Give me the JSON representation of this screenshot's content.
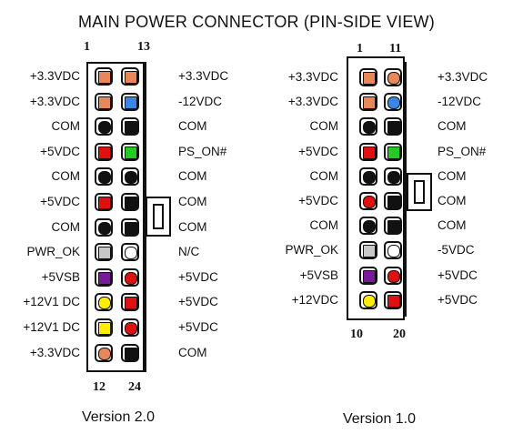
{
  "title": "MAIN POWER CONNECTOR  (PIN-SIDE VIEW)",
  "colors": {
    "orange": "#e8875a",
    "blue": "#3a86e8",
    "black": "#111111",
    "red": "#e01010",
    "green": "#22cc22",
    "gray": "#c8c8c8",
    "white": "#ffffff",
    "purple": "#7a1a9a",
    "yellow": "#ffee00"
  },
  "connectors": [
    {
      "version": "Version 2.0",
      "pin_top_left": "1",
      "pin_top_right": "13",
      "pin_bottom_left": "12",
      "pin_bottom_right": "24",
      "rows": [
        {
          "left": "+3.3VDC",
          "right": "+3.3VDC",
          "c1": "orange",
          "c2": "orange",
          "s1": "sq",
          "s2": "sq"
        },
        {
          "left": "+3.3VDC",
          "right": "-12VDC",
          "c1": "orange",
          "c2": "blue",
          "s1": "sq",
          "s2": "sq"
        },
        {
          "left": "COM",
          "right": "COM",
          "c1": "black",
          "c2": "black",
          "s1": "rd",
          "s2": "sq"
        },
        {
          "left": "+5VDC",
          "right": "PS_ON#",
          "c1": "red",
          "c2": "green",
          "s1": "sq",
          "s2": "sq"
        },
        {
          "left": "COM",
          "right": "COM",
          "c1": "black",
          "c2": "black",
          "s1": "rd",
          "s2": "rd"
        },
        {
          "left": "+5VDC",
          "right": "COM",
          "c1": "red",
          "c2": "black",
          "s1": "sq",
          "s2": "sq"
        },
        {
          "left": "COM",
          "right": "COM",
          "c1": "black",
          "c2": "black",
          "s1": "rd",
          "s2": "sq"
        },
        {
          "left": "PWR_OK",
          "right": "N/C",
          "c1": "gray",
          "c2": "white",
          "s1": "sq",
          "s2": "rd"
        },
        {
          "left": "+5VSB",
          "right": "+5VDC",
          "c1": "purple",
          "c2": "red",
          "s1": "sq",
          "s2": "rd"
        },
        {
          "left": "+12V1 DC",
          "right": "+5VDC",
          "c1": "yellow",
          "c2": "red",
          "s1": "rd",
          "s2": "sq"
        },
        {
          "left": "+12V1 DC",
          "right": "+5VDC",
          "c1": "yellow",
          "c2": "red",
          "s1": "sq",
          "s2": "rd"
        },
        {
          "left": "+3.3VDC",
          "right": "COM",
          "c1": "orange",
          "c2": "black",
          "s1": "rd",
          "s2": "sq"
        }
      ]
    },
    {
      "version": "Version 1.0",
      "pin_top_left": "1",
      "pin_top_right": "11",
      "pin_bottom_left": "10",
      "pin_bottom_right": "20",
      "rows": [
        {
          "left": "+3.3VDC",
          "right": "+3.3VDC",
          "c1": "orange",
          "c2": "orange",
          "s1": "sq",
          "s2": "rd"
        },
        {
          "left": "+3.3VDC",
          "right": "-12VDC",
          "c1": "orange",
          "c2": "blue",
          "s1": "sq",
          "s2": "rd"
        },
        {
          "left": "COM",
          "right": "COM",
          "c1": "black",
          "c2": "black",
          "s1": "rd",
          "s2": "sq"
        },
        {
          "left": "+5VDC",
          "right": "PS_ON#",
          "c1": "red",
          "c2": "green",
          "s1": "sq",
          "s2": "sq"
        },
        {
          "left": "COM",
          "right": "COM",
          "c1": "black",
          "c2": "black",
          "s1": "rd",
          "s2": "rd"
        },
        {
          "left": "+5VDC",
          "right": "COM",
          "c1": "red",
          "c2": "black",
          "s1": "rd",
          "s2": "sq"
        },
        {
          "left": "COM",
          "right": "COM",
          "c1": "black",
          "c2": "black",
          "s1": "rd",
          "s2": "sq"
        },
        {
          "left": "PWR_OK",
          "right": "-5VDC",
          "c1": "gray",
          "c2": "white",
          "s1": "sq",
          "s2": "rd"
        },
        {
          "left": "+5VSB",
          "right": "+5VDC",
          "c1": "purple",
          "c2": "red",
          "s1": "sq",
          "s2": "rd"
        },
        {
          "left": "+12VDC",
          "right": "+5VDC",
          "c1": "yellow",
          "c2": "red",
          "s1": "rd",
          "s2": "sq"
        }
      ]
    }
  ]
}
